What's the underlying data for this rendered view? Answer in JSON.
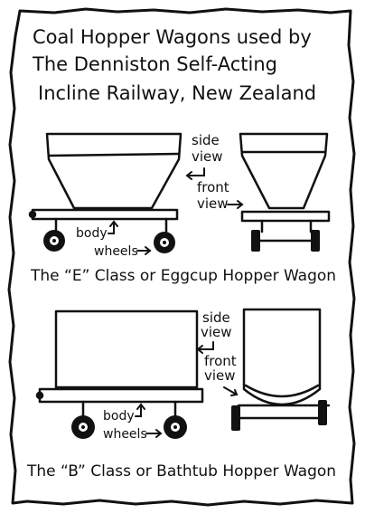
{
  "title": {
    "line1": "Coal Hopper Wagons used by",
    "line2": "The Denniston Self-Acting",
    "line3": "Incline Railway, New Zealand"
  },
  "e_class": {
    "side_view_label_line1": "side",
    "side_view_label_line2": "view",
    "front_view_label_line1": "front",
    "front_view_label_line2": "view",
    "body_label": "body",
    "wheels_label": "wheels",
    "caption": "The “E” Class or Eggcup Hopper Wagon"
  },
  "b_class": {
    "side_view_label_line1": "side",
    "side_view_label_line2": "view",
    "front_view_label_line1": "front",
    "front_view_label_line2": "view",
    "body_label": "body",
    "wheels_label": "wheels",
    "caption": "The “B” Class or Bathtub Hopper Wagon"
  },
  "colors": {
    "ink": "#111111",
    "paper": "#ffffff"
  }
}
